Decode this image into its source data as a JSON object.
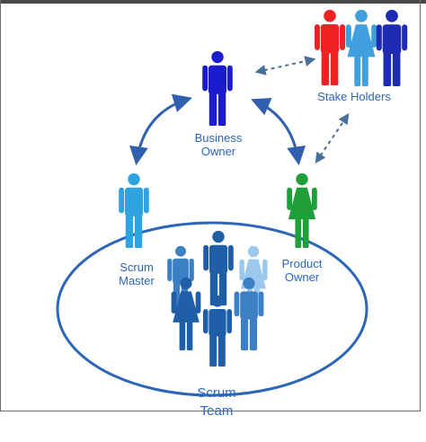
{
  "labels": {
    "business_owner": [
      "Business",
      "Owner"
    ],
    "stake_holders": "Stake Holders",
    "scrum_master": [
      "Scrum",
      "Master"
    ],
    "product_owner": [
      "Product",
      "Owner"
    ],
    "scrum_team": [
      "Scrum",
      "Team"
    ]
  },
  "colors": {
    "frame": "#555555",
    "text": "#2c66b8",
    "ellipse": "#2c66b8",
    "arrow_solid": "#2f5fae",
    "arrow_dashed": "#4a6f9a",
    "business_owner": "#1c1ccf",
    "scrum_master": "#2fa3df",
    "product_owner": "#1f9f3a",
    "stakeholder_red": "#ee2222",
    "stakeholder_light": "#3fa0dd",
    "stakeholder_dark": "#1d2bb5",
    "team_dark": "#1f5fa8",
    "team_mid": "#3b7fc4",
    "team_light": "#9cc8ee"
  }
}
